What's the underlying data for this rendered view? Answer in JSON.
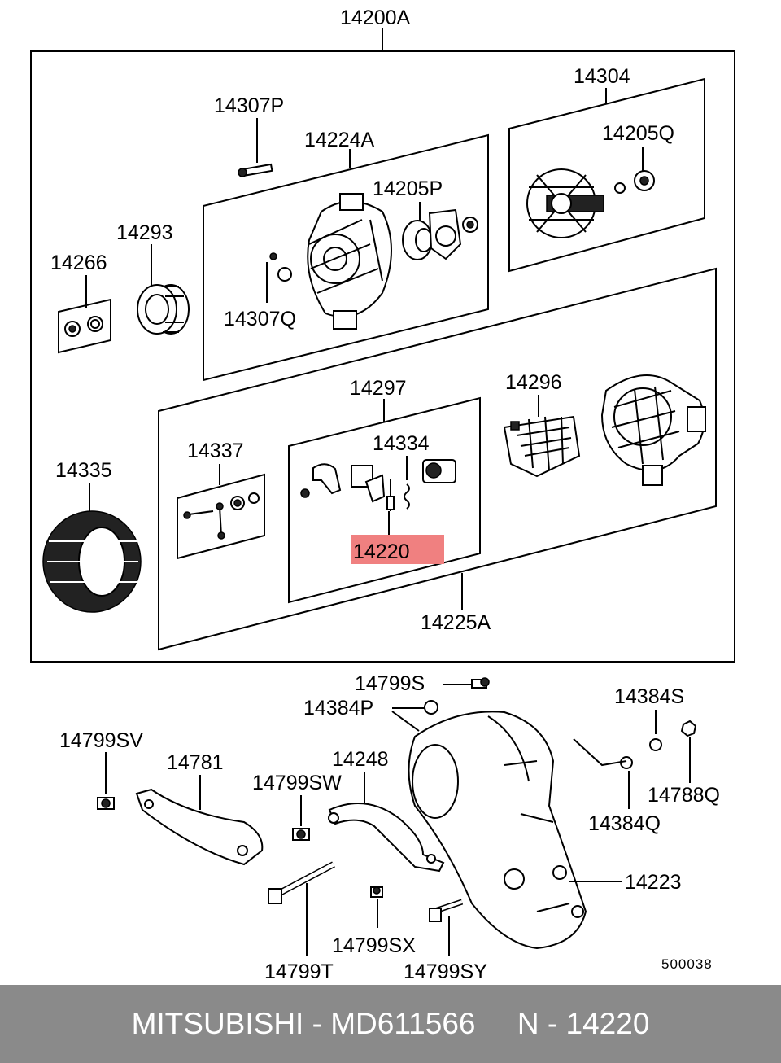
{
  "labels": {
    "assembly": "14200A",
    "p14304": "14304",
    "p14307P": "14307P",
    "p14224A": "14224A",
    "p14205Q": "14205Q",
    "p14205P": "14205P",
    "p14293": "14293",
    "p14266": "14266",
    "p14307Q": "14307Q",
    "p14297": "14297",
    "p14296": "14296",
    "p14334": "14334",
    "p14337": "14337",
    "p14335": "14335",
    "p14220": "14220",
    "p14225A": "14225A",
    "p14799S": "14799S",
    "p14384P": "14384P",
    "p14384S": "14384S",
    "p14799SV": "14799SV",
    "p14781": "14781",
    "p14248": "14248",
    "p14799SW": "14799SW",
    "p14788Q": "14788Q",
    "p14384Q": "14384Q",
    "p14223": "14223",
    "p14799SX": "14799SX",
    "p14799T": "14799T",
    "p14799SY": "14799SY",
    "diagram_code": "500038"
  },
  "highlight_color": "#f08080",
  "footer": {
    "brand": "MITSUBISHI",
    "sep1": " - ",
    "part_number": "MD611566",
    "gap": "     ",
    "ref_prefix": "N",
    "sep2": " - ",
    "ref_number": "14220"
  }
}
